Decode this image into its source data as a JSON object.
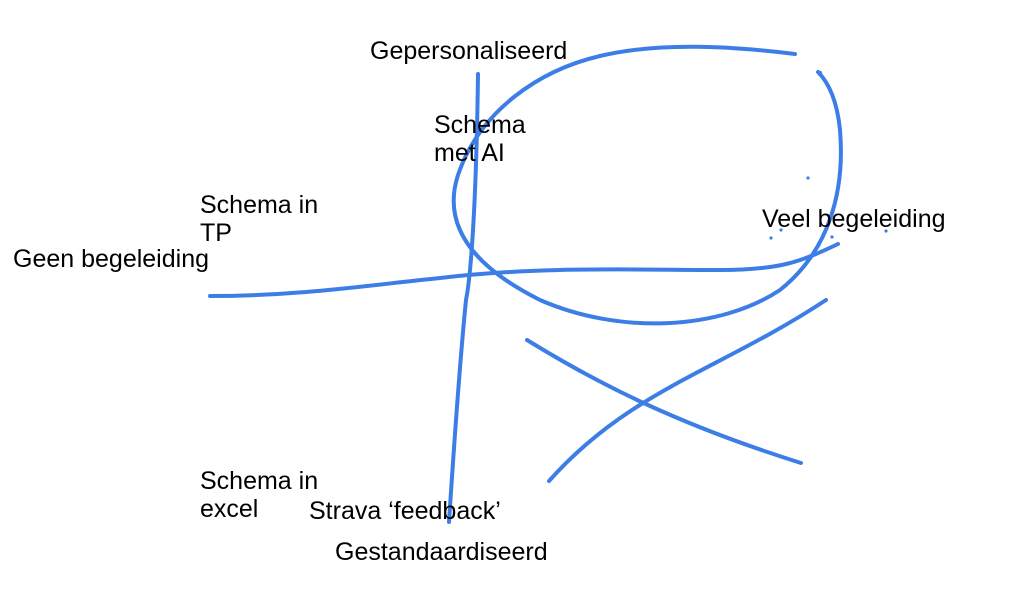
{
  "colors": {
    "stroke": "#3d7ee6",
    "text": "#000000",
    "background": "#ffffff"
  },
  "axes": {
    "top": "Gepersonaliseerd",
    "bottom": "Gestandaardiseerd",
    "left": "Geen begeleiding",
    "right": "Veel begeleiding"
  },
  "items": {
    "ai": "Schema\nmet AI",
    "tp": "Schema in\nTP",
    "excel": "Schema in\nexcel",
    "strava": "Strava ‘feedback’"
  }
}
